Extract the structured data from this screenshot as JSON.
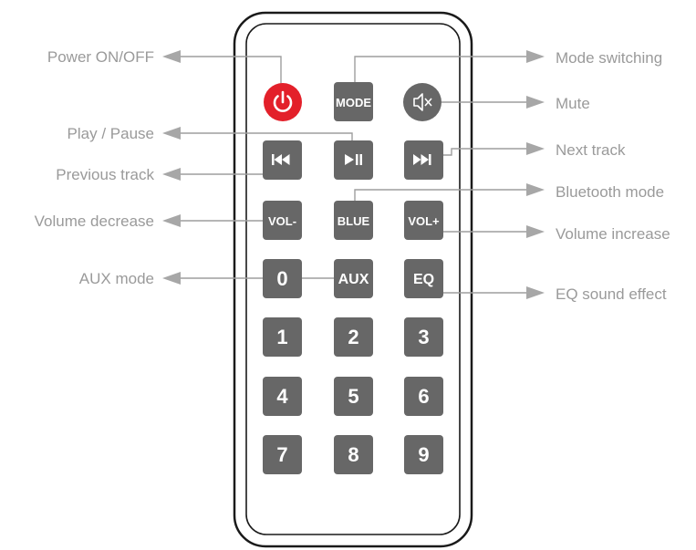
{
  "remote": {
    "buttons": {
      "power": {
        "icon": "power-icon",
        "color": "#e3202a"
      },
      "mode": {
        "label": "MODE"
      },
      "mute": {
        "icon": "speaker-muted-icon"
      },
      "play_pause": {
        "icon": "play-pause-icon"
      },
      "previous": {
        "icon": "previous-track-icon"
      },
      "next": {
        "icon": "next-track-icon"
      },
      "vol_down": {
        "label": "VOL-"
      },
      "blue": {
        "label": "BLUE"
      },
      "vol_up": {
        "label": "VOL+"
      },
      "zero": {
        "label": "0"
      },
      "aux": {
        "label": "AUX"
      },
      "eq": {
        "label": "EQ"
      },
      "digits": [
        "1",
        "2",
        "3",
        "4",
        "5",
        "6",
        "7",
        "8",
        "9"
      ]
    },
    "colors": {
      "key": "#676767",
      "power": "#e3202a",
      "outline": "#1a1a1a",
      "label": "#9a9a9a"
    }
  },
  "callouts": {
    "power": "Power ON/OFF",
    "play_pause": "Play / Pause",
    "previous": "Previous track",
    "vol_down": "Volume decrease",
    "aux": "AUX mode",
    "mode": "Mode switching",
    "mute": "Mute",
    "next": "Next track",
    "bluetooth": "Bluetooth mode",
    "vol_up": "Volume increase",
    "eq": "EQ sound effect"
  }
}
